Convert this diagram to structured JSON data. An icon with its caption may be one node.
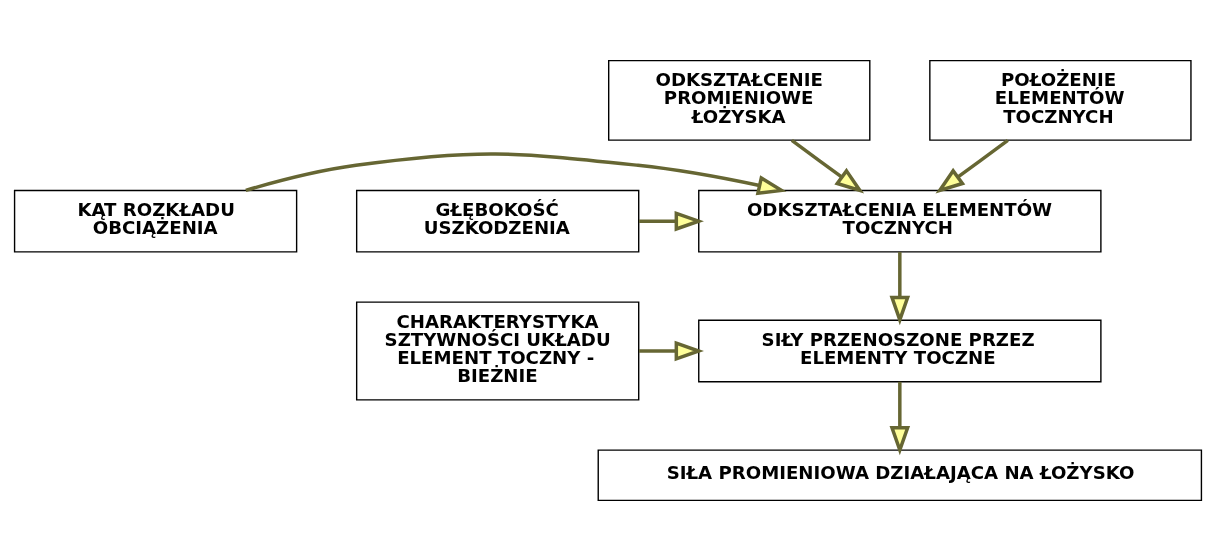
{
  "diagram": {
    "nodes": [
      {
        "text": [
          "ODKSZTAŁCENIE PROMIENIOWE ŁOŻYSKA"
        ]
      },
      {
        "text": [
          "POŁOŻENIE ELEMENTÓW TOCZNYCH"
        ]
      },
      {
        "text": [
          "KĄT ROZKŁADU OBCIĄŻENIA"
        ]
      },
      {
        "text": [
          "ODKSZTAŁCENIA ELEMENTÓW TOCZNYCH"
        ]
      },
      {
        "text": [
          "GŁĘBOKOŚĆ USZKODZENIA"
        ]
      },
      {
        "text": [
          "SIŁY PRZENOSZONE PRZEZ ELEMENTY TOCZNE"
        ]
      },
      {
        "text": [
          "CHARAKTERYSTYKA SZTYWNOŚCI UKŁADU ELEMENT TOCZNY - BIEŻNIE"
        ]
      },
      {
        "text": [
          "SIŁA PROMIENIOWA DZIAŁAJĄCA NA ŁOŻYSKO"
        ]
      }
    ],
    "edges": [
      {
        "from": 0,
        "to": 3,
        "arrow": "to"
      },
      {
        "from": 1,
        "to": 3,
        "arrow": "to"
      },
      {
        "from": 2,
        "to": 3,
        "arrow": "to"
      },
      {
        "from": 4,
        "to": 3,
        "arrow": "to"
      },
      {
        "from": 3,
        "to": 5,
        "arrow": "to"
      },
      {
        "from": 6,
        "to": 5,
        "arrow": "to"
      },
      {
        "from": 5,
        "to": 7,
        "arrow": "to"
      }
    ]
  }
}
